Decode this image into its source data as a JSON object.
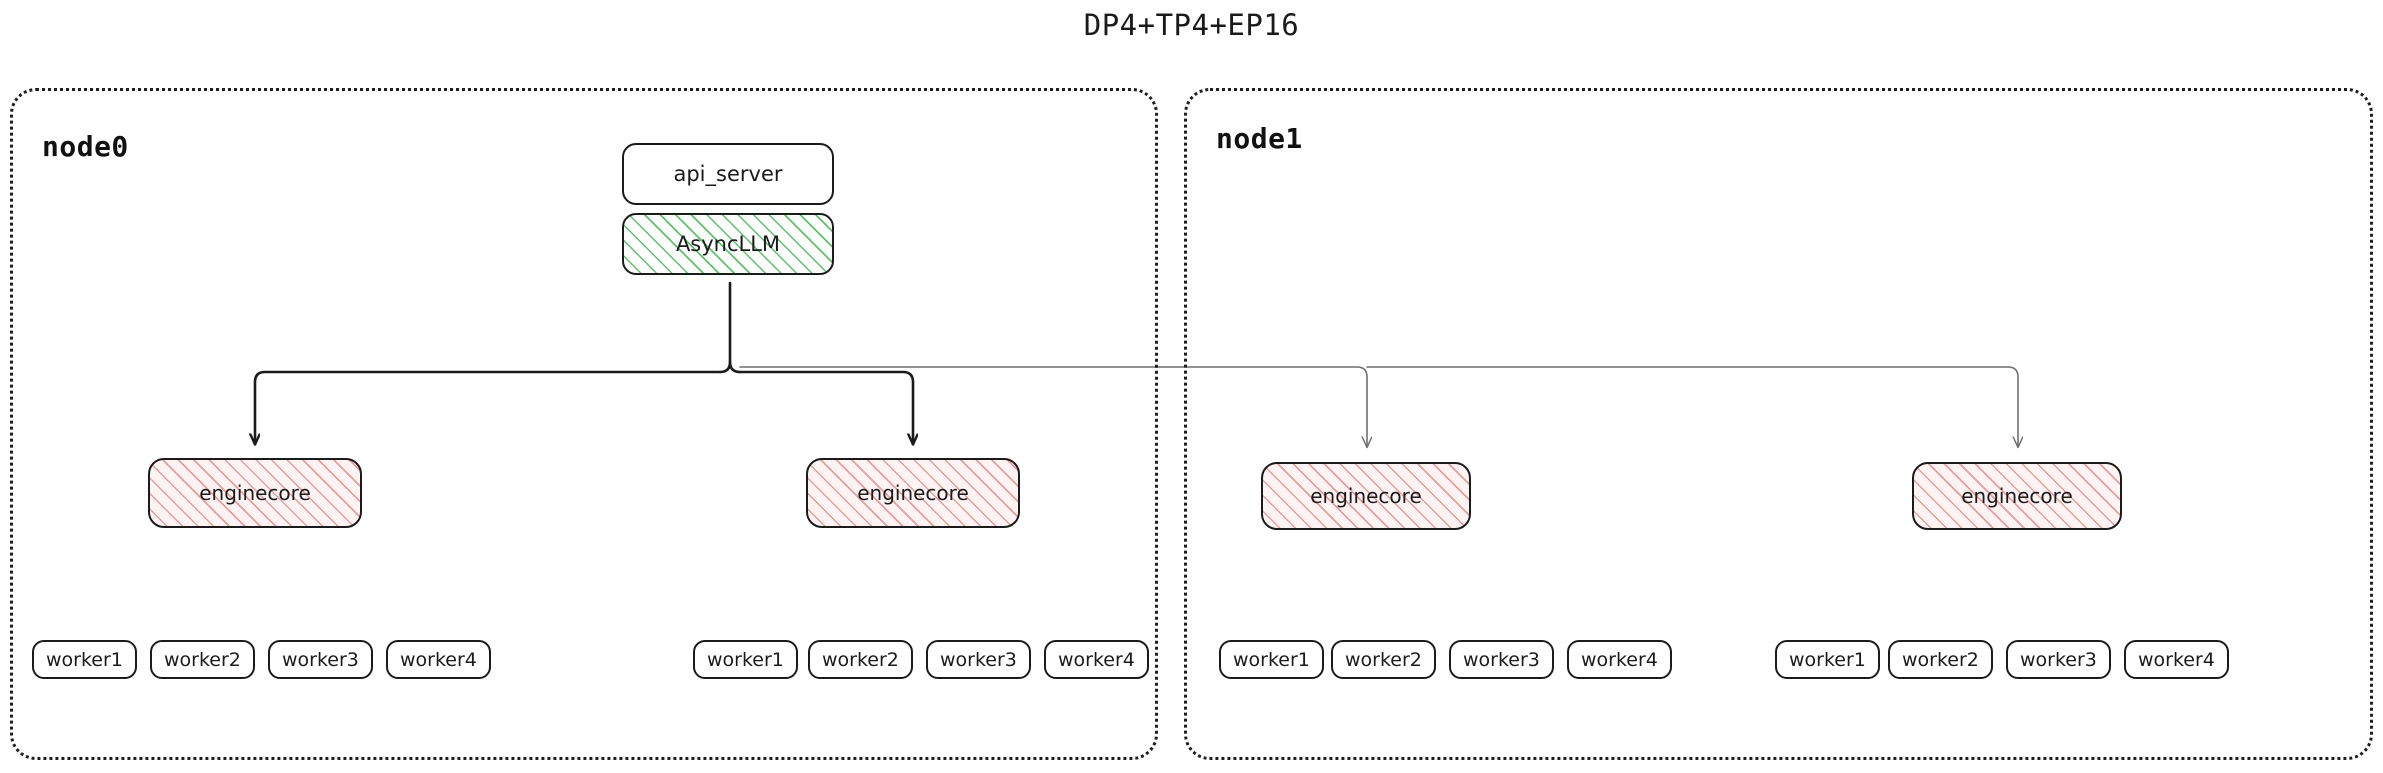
{
  "title": "DP4+TP4+EP16",
  "colors": {
    "stroke_dark": "#1b1b1b",
    "stroke_light": "#6f6f6f",
    "async_hatch": "#5ec26a",
    "engine_hatch": "#e79e9e",
    "engine_fill": "#fdf3f3",
    "background": "#ffffff"
  },
  "nodes": [
    {
      "id": "node0",
      "label": "node0",
      "api_server": {
        "label": "api_server"
      },
      "async_llm": {
        "label": "AsyncLLM"
      },
      "enginecores": [
        {
          "label": "enginecore",
          "workers": [
            "worker1",
            "worker2",
            "worker3",
            "worker4"
          ]
        },
        {
          "label": "enginecore",
          "workers": [
            "worker1",
            "worker2",
            "worker3",
            "worker4"
          ]
        }
      ]
    },
    {
      "id": "node1",
      "label": "node1",
      "enginecores": [
        {
          "label": "enginecore",
          "workers": [
            "worker1",
            "worker2",
            "worker3",
            "worker4"
          ]
        },
        {
          "label": "enginecore",
          "workers": [
            "worker1",
            "worker2",
            "worker3",
            "worker4"
          ]
        }
      ]
    }
  ]
}
